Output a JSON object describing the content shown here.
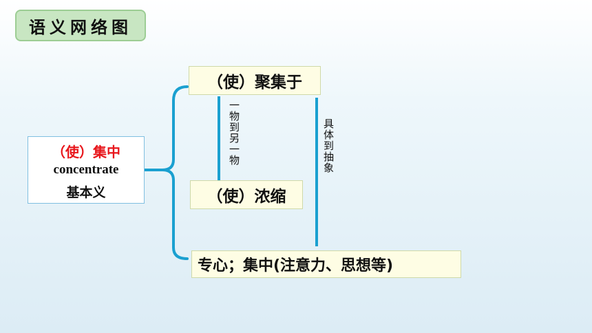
{
  "title": "语义网络图",
  "root": {
    "main": "（使）集中",
    "english": "concentrate",
    "tag": "基本义"
  },
  "nodes": {
    "n1": "（使）聚集于",
    "n2": "（使）浓缩",
    "n3": "专心；集中(注意力、思想等)"
  },
  "labels": {
    "l1": "一物到另一物",
    "l2": "具体到抽象"
  },
  "colors": {
    "connector": "#1aa0d0",
    "highlight": "#e8161b"
  }
}
